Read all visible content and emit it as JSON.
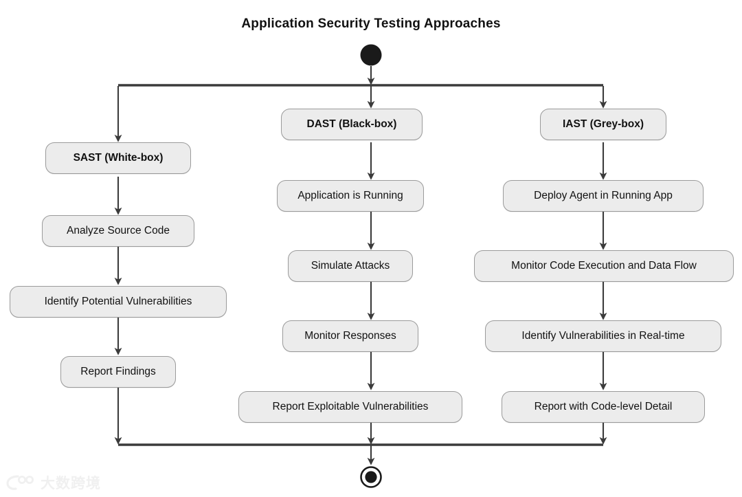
{
  "title": "Application Security Testing Approaches",
  "colors": {
    "node_fill": "#ececec",
    "node_border": "#9a9a9a",
    "line": "#3b3b3b",
    "text": "#111111",
    "background": "#ffffff",
    "watermark": "#efefef"
  },
  "start_node": {
    "name": "initial-node",
    "shape": "filled-circle"
  },
  "fork": {
    "name": "fork-bar",
    "shape": "horizontal-bar"
  },
  "join": {
    "name": "join-bar",
    "shape": "horizontal-bar"
  },
  "end_node": {
    "name": "final-node",
    "shape": "ring-with-filled-center"
  },
  "branches": [
    {
      "id": "sast",
      "header": "SAST (White-box)",
      "steps": [
        "Analyze Source Code",
        "Identify Potential Vulnerabilities",
        "Report Findings"
      ]
    },
    {
      "id": "dast",
      "header": "DAST (Black-box)",
      "steps": [
        "Application is Running",
        "Simulate Attacks",
        "Monitor Responses",
        "Report Exploitable Vulnerabilities"
      ]
    },
    {
      "id": "iast",
      "header": "IAST (Grey-box)",
      "steps": [
        "Deploy Agent in Running App",
        "Monitor Code Execution and Data Flow",
        "Identify Vulnerabilities in Real-time",
        "Report with Code-level Detail"
      ]
    }
  ],
  "watermark": {
    "logo": "watermark-logo-icon",
    "text": "大数跨境"
  }
}
